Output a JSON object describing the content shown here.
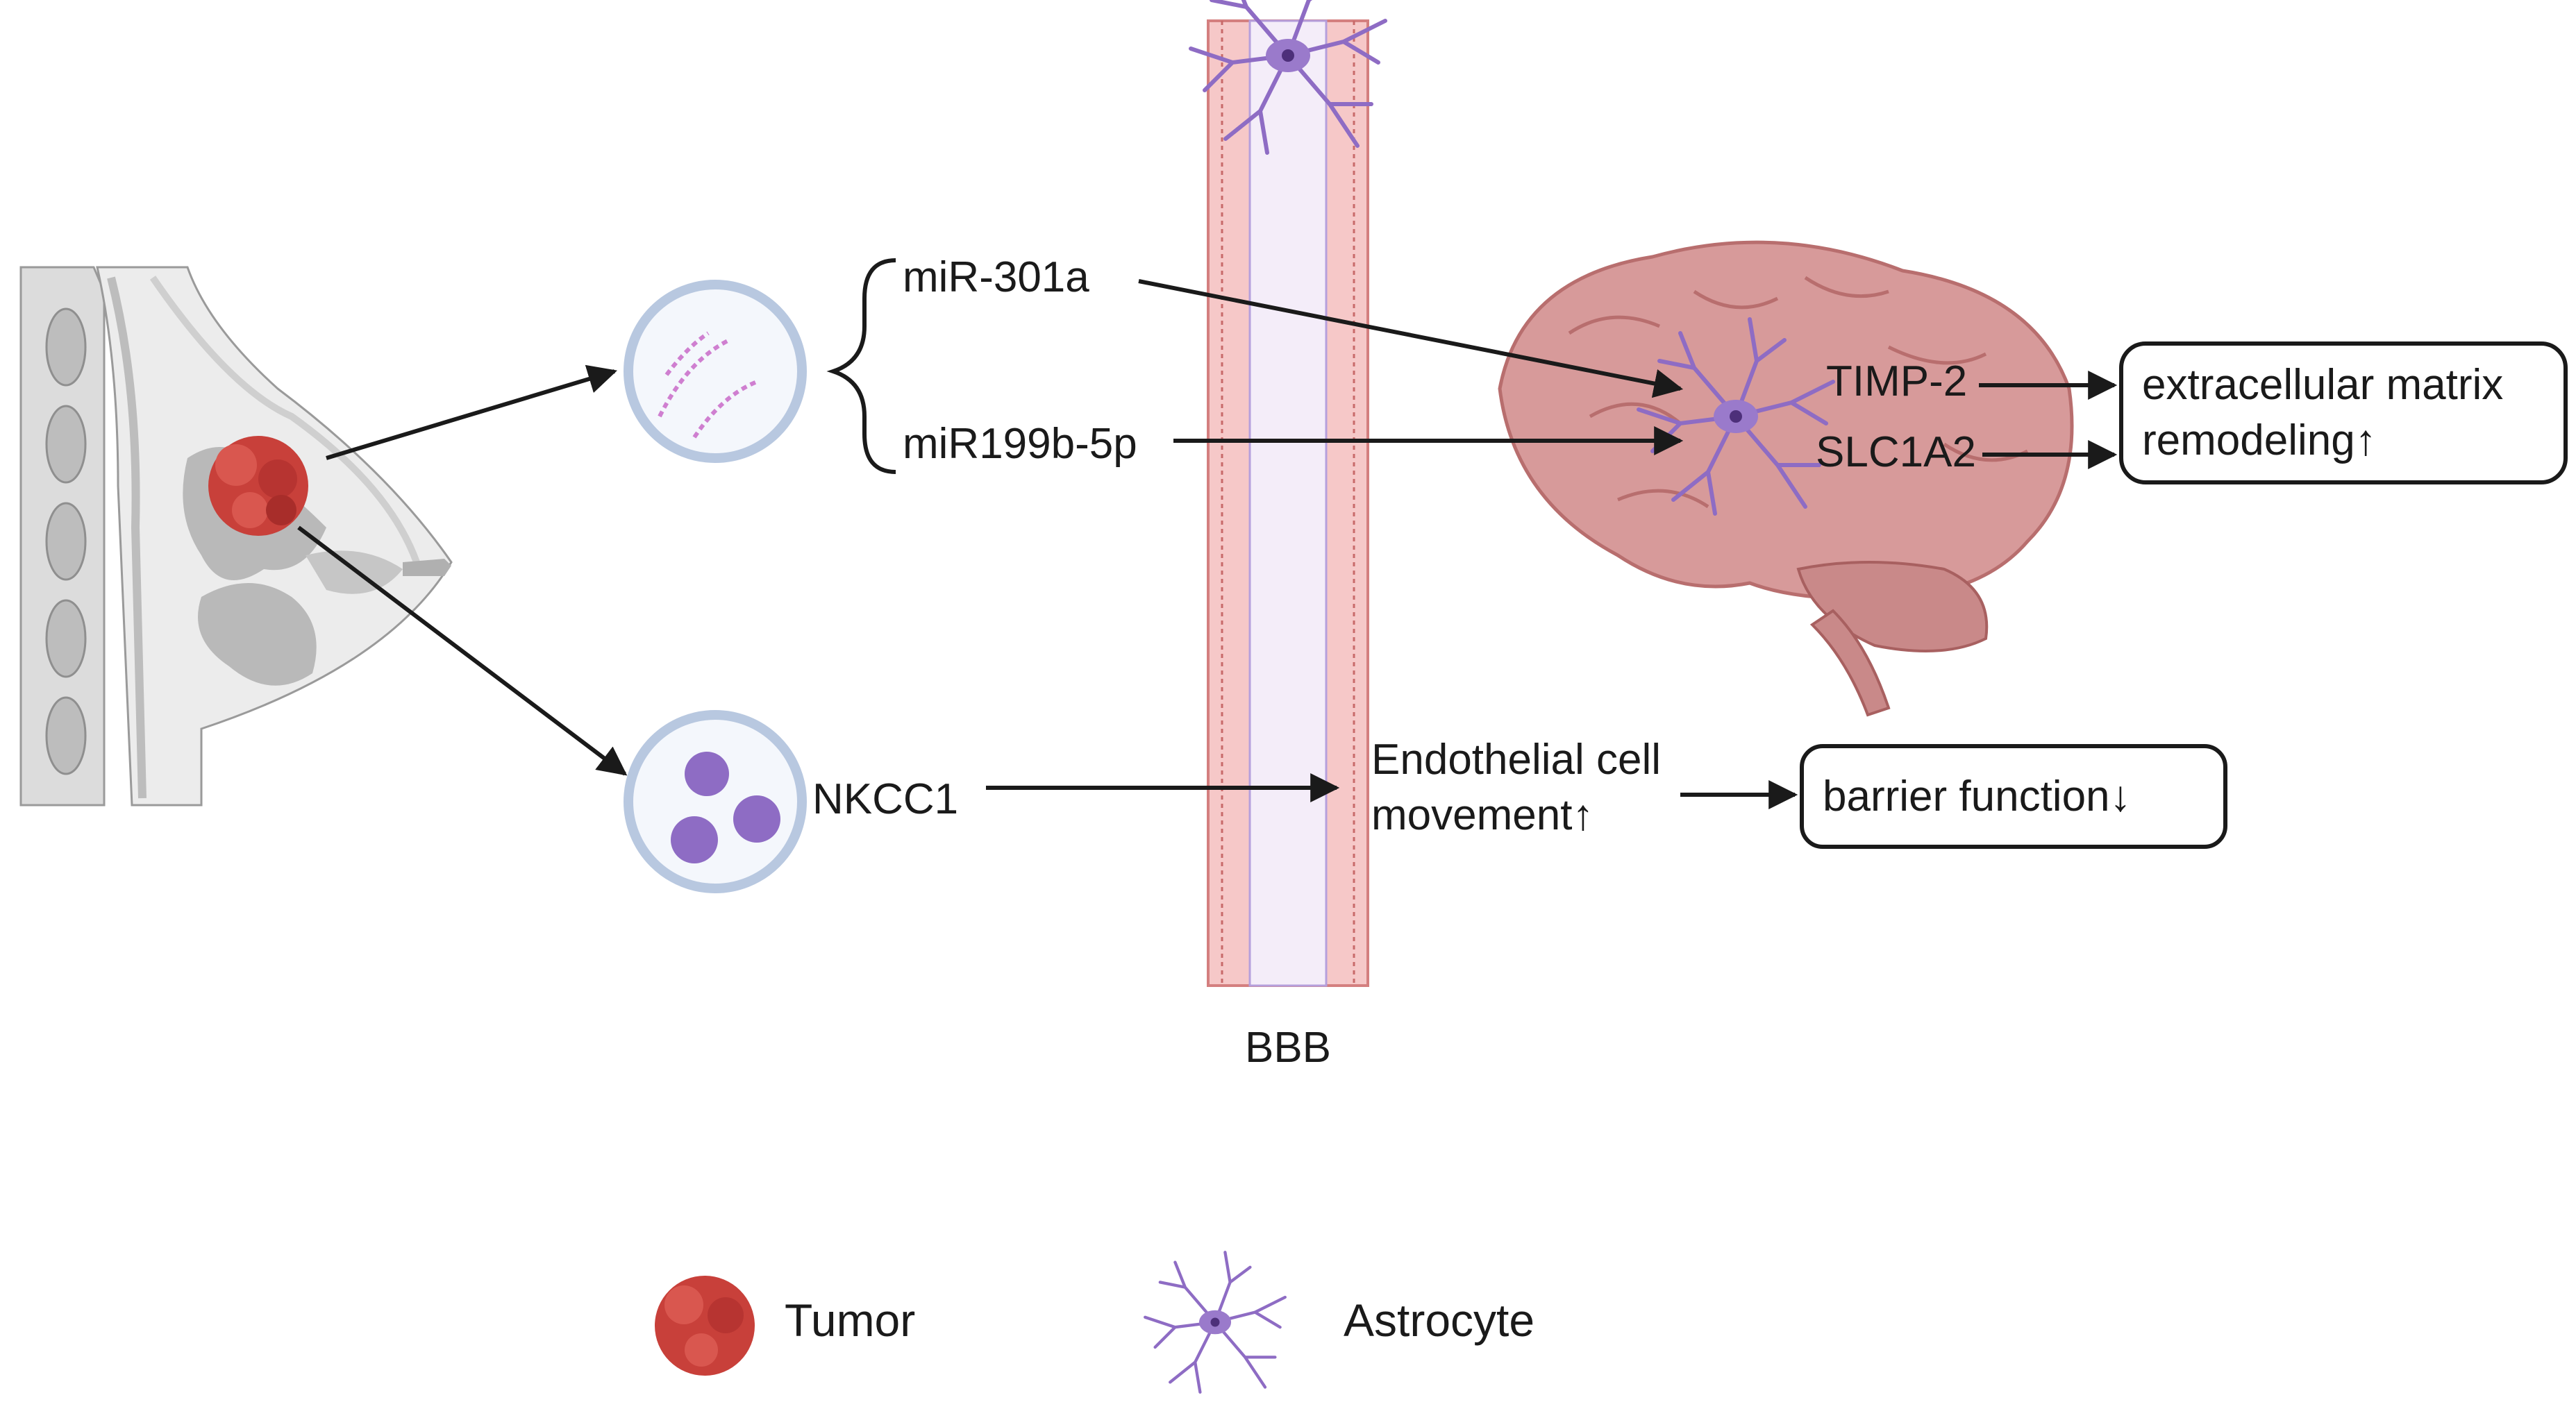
{
  "mechanism": {
    "mirna_1": "miR-301a",
    "mirna_2": "miR199b-5p",
    "protein": "NKCC1",
    "target_1": "TIMP-2",
    "target_2": "SLC1A2",
    "endothelial_line1": "Endothelial cell",
    "endothelial_line2": "movement↑",
    "outcome_ecm_line1": "extracellular matrix",
    "outcome_ecm_line2": "remodeling↑",
    "outcome_barrier": "barrier function↓"
  },
  "bbb": {
    "label": "BBB"
  },
  "legend": {
    "tumor": "Tumor",
    "astrocyte": "Astrocyte"
  },
  "colors": {
    "tumor": "#c8403a",
    "astrocyte": "#8e6cc4",
    "brain": "#d79a9a",
    "bbb": "#f6c8c8",
    "arrow": "#1a1a1a",
    "vesicle": "#b8c8e0"
  },
  "icons": [
    "breast-icon",
    "tumor-icon",
    "mirna-vesicle-icon",
    "protein-vesicle-icon",
    "brain-icon",
    "astrocyte-icon",
    "bbb-barrier-icon"
  ]
}
